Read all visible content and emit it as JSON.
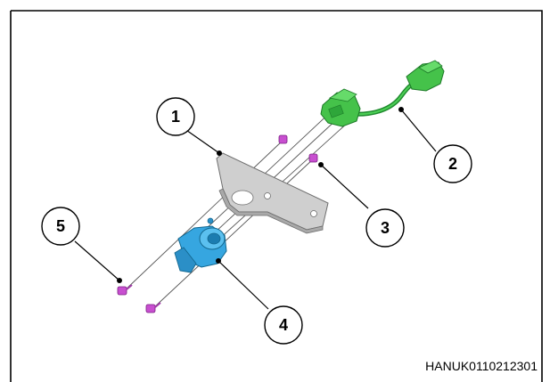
{
  "figure_code": "HANUK0110212301",
  "callouts": [
    {
      "label": "1"
    },
    {
      "label": "2"
    },
    {
      "label": "3"
    },
    {
      "label": "4"
    },
    {
      "label": "5"
    }
  ],
  "colors": {
    "frame": "#000000",
    "harness": "#3cb83c",
    "socket": "#2f9fd8",
    "bracket": "#c8c8c8",
    "screw": "#c040c8"
  }
}
